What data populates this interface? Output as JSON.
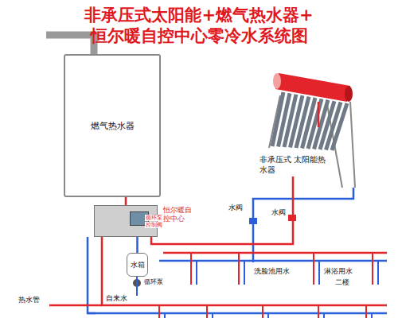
{
  "diagram": {
    "title": "非承压式太阳能+燃气热水器+ 恒尔暖自控中心零冷水系统图",
    "nodes": [
      {
        "text": [
          "燃气热水器"
        ]
      },
      {
        "text": [
          "恒尔暖自控中心"
        ]
      },
      {
        "text": [
          "水箱"
        ]
      },
      {
        "text": [
          "非承压式 太阳能热水器"
        ]
      }
    ],
    "edges": [
      {
        "from": 0,
        "to": 1,
        "arrow": "none"
      },
      {
        "from": 1,
        "to": 2,
        "arrow": "none"
      },
      {
        "from": 3,
        "to": 1,
        "arrow": "none"
      }
    ],
    "labels": [
      "水阀",
      "水阀",
      "循环泵",
      "控制阀",
      "循环泵",
      "热水管",
      "自来水",
      "洗脸池用水",
      "淋浴用水",
      "二楼"
    ]
  }
}
